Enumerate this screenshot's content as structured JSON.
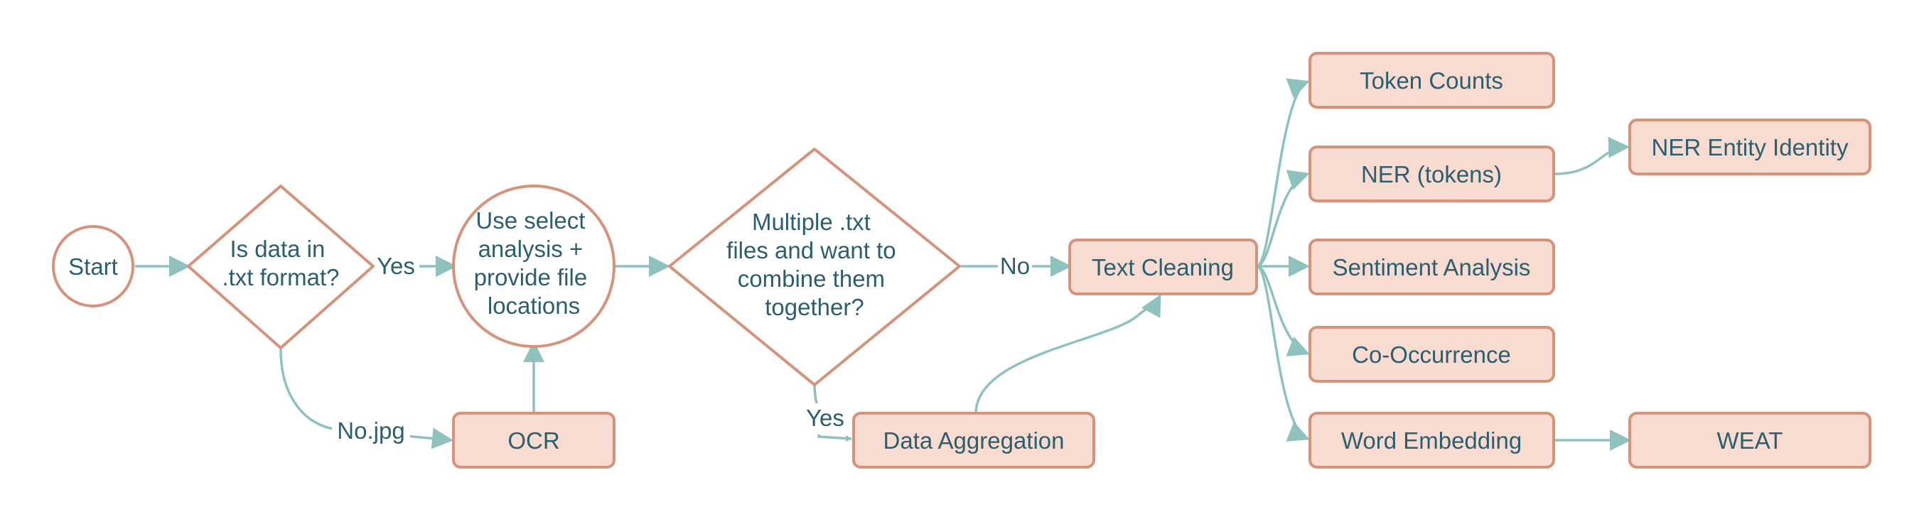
{
  "colors": {
    "node_fill": "#f9dcd1",
    "node_stroke": "#d4937a",
    "edge": "#8fc2bf",
    "text": "#2c5f6e"
  },
  "nodes": {
    "start": {
      "lines": [
        "Start"
      ]
    },
    "txt_check": {
      "lines": [
        "Is data in",
        ".txt format?"
      ]
    },
    "select_analysis": {
      "lines": [
        "Use select",
        "analysis +",
        "provide file",
        "locations"
      ]
    },
    "multiple_check": {
      "lines": [
        "Multiple .txt",
        "files and want to",
        "combine them",
        "together?"
      ]
    },
    "ocr": {
      "lines": [
        "OCR"
      ]
    },
    "data_aggregation": {
      "lines": [
        "Data Aggregation"
      ]
    },
    "text_cleaning": {
      "lines": [
        "Text Cleaning"
      ]
    },
    "token_counts": {
      "lines": [
        "Token Counts"
      ]
    },
    "ner_tokens": {
      "lines": [
        "NER (tokens)"
      ]
    },
    "ner_entity": {
      "lines": [
        "NER Entity Identity"
      ]
    },
    "sentiment": {
      "lines": [
        "Sentiment Analysis"
      ]
    },
    "cooccurrence": {
      "lines": [
        "Co-Occurrence"
      ]
    },
    "word_embedding": {
      "lines": [
        "Word Embedding"
      ]
    },
    "weat": {
      "lines": [
        "WEAT"
      ]
    }
  },
  "edge_labels": {
    "yes_txt": "Yes",
    "no_jpg": "No.jpg",
    "no_multiple": "No",
    "yes_multiple": "Yes"
  }
}
